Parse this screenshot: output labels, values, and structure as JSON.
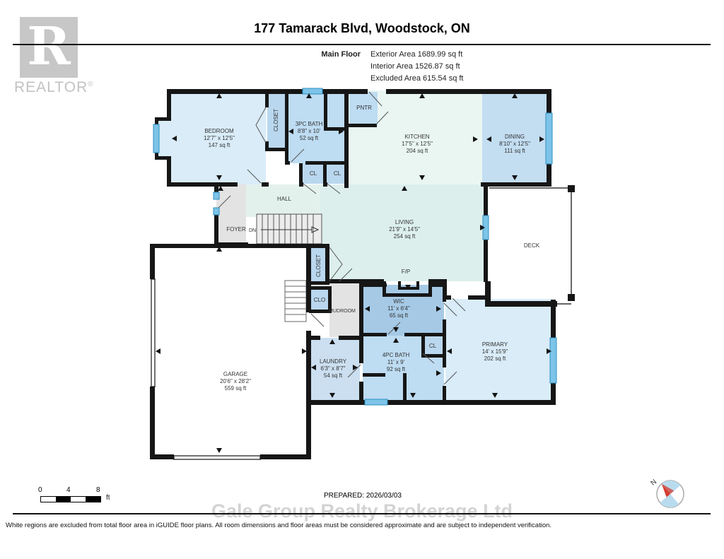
{
  "header": {
    "title": "177 Tamarack Blvd, Woodstock, ON",
    "floor_label": "Main Floor",
    "exterior_area": "Exterior Area 1689.99 sq ft",
    "interior_area": "Interior Area 1526.87 sq ft",
    "excluded_area": "Excluded Area 615.54 sq ft"
  },
  "logo": {
    "letter": "R",
    "brand": "REALTOR",
    "registered": "®"
  },
  "rooms": {
    "bedroom": {
      "name": "BEDROOM",
      "dims": "12'7\" x 12'5\"",
      "area": "147 sq ft"
    },
    "closet_bedroom": {
      "name": "CLOSET"
    },
    "bath3": {
      "name": "3PC BATH",
      "dims": "8'8\" x 10'",
      "area": "52 sq ft"
    },
    "pantry": {
      "name": "PNTR"
    },
    "kitchen": {
      "name": "KITCHEN",
      "dims": "17'5\" x 12'5\"",
      "area": "204 sq ft"
    },
    "dining": {
      "name": "DINING",
      "dims": "8'10\" x 12'5\"",
      "area": "111 sq ft"
    },
    "cl_a": {
      "name": "CL"
    },
    "cl_b": {
      "name": "CL"
    },
    "hall": {
      "name": "HALL"
    },
    "foyer": {
      "name": "FOYER"
    },
    "stairs_dn": {
      "name": "DN"
    },
    "living": {
      "name": "LIVING",
      "dims": "21'9\" x 14'5\"",
      "area": "254 sq ft"
    },
    "deck": {
      "name": "DECK"
    },
    "fireplace": {
      "name": "F/P"
    },
    "closet_hall": {
      "name": "CLOSET"
    },
    "clo": {
      "name": "CLO"
    },
    "mudroom": {
      "name": "MUDROOM"
    },
    "wic": {
      "name": "WIC",
      "dims": "11' x 6'4\"",
      "area": "65 sq ft"
    },
    "bath4": {
      "name": "4PC BATH",
      "dims": "11' x 9'",
      "area": "92 sq ft"
    },
    "cl_c": {
      "name": "CL"
    },
    "primary": {
      "name": "PRIMARY",
      "dims": "14' x 15'9\"",
      "area": "202 sq ft"
    },
    "laundry": {
      "name": "LAUNDRY",
      "dims": "6'3\" x 8'7\"",
      "area": "54 sq ft"
    },
    "garage": {
      "name": "GARAGE",
      "dims": "20'6\" x 28'2\"",
      "area": "559 sq ft"
    }
  },
  "footer": {
    "scale_0": "0",
    "scale_4": "4",
    "scale_8": "8",
    "scale_unit": "ft",
    "prepared": "PREPARED: 2026/03/03",
    "watermark": "Gale Group Realty Brokerage Ltd",
    "disclaimer": "White regions are excluded from total floor area in iGUIDE floor plans. All room dimensions and floor areas must be considered approximate and are subject to independent verification.",
    "compass_north": "N"
  },
  "colors": {
    "wall": "#161616",
    "window": "#2f8fc0",
    "window_fill": "#7cc4e8",
    "room_light": "#d9ecf8",
    "room_medium": "#bedcf2",
    "room_closet": "#b9d7ee",
    "room_dark": "#a6cae6",
    "kitchen": "#e9f6f2",
    "living": "#dcefec",
    "hall": "#e3f1ed",
    "gray": "#e3e3e3",
    "laundry": "#cbdff0",
    "dining": "#c3ddf1"
  }
}
